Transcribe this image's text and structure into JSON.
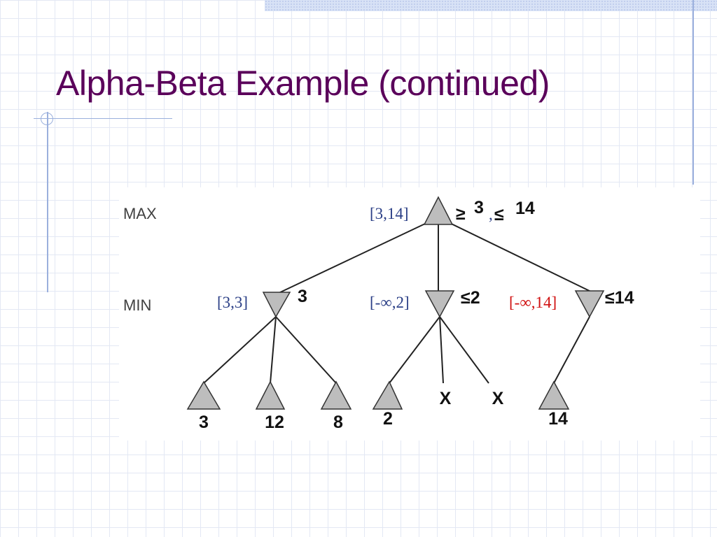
{
  "slide": {
    "title": "Alpha-Beta Example (continued)"
  },
  "colors": {
    "title": "#5a005a",
    "interval_blue": "#2b3f86",
    "interval_red": "#d01010",
    "node_fill": "#bdbdbd"
  },
  "tree": {
    "levels": [
      {
        "id": "max",
        "label": "MAX"
      },
      {
        "id": "min",
        "label": "MIN"
      }
    ],
    "root": {
      "type": "max",
      "interval": "[3,14]",
      "value_label": "≥3,≤14",
      "value_parts": [
        "≥",
        "3",
        ",",
        "≤",
        "14"
      ]
    },
    "min_nodes": [
      {
        "interval": "[3,3]",
        "interval_color": "interval_blue",
        "value_label": "3"
      },
      {
        "interval": "[-∞,2]",
        "interval_color": "interval_blue",
        "value_label": "≤2"
      },
      {
        "interval": "[-∞,14]",
        "interval_color": "interval_red",
        "value_label": "≤14"
      }
    ],
    "leaves": [
      {
        "parent": 0,
        "label": "3",
        "pruned": false
      },
      {
        "parent": 0,
        "label": "12",
        "pruned": false
      },
      {
        "parent": 0,
        "label": "8",
        "pruned": false
      },
      {
        "parent": 1,
        "label": "2",
        "pruned": false
      },
      {
        "parent": 1,
        "label": "X",
        "pruned": true
      },
      {
        "parent": 1,
        "label": "X",
        "pruned": true
      },
      {
        "parent": 2,
        "label": "14",
        "pruned": false
      }
    ]
  }
}
